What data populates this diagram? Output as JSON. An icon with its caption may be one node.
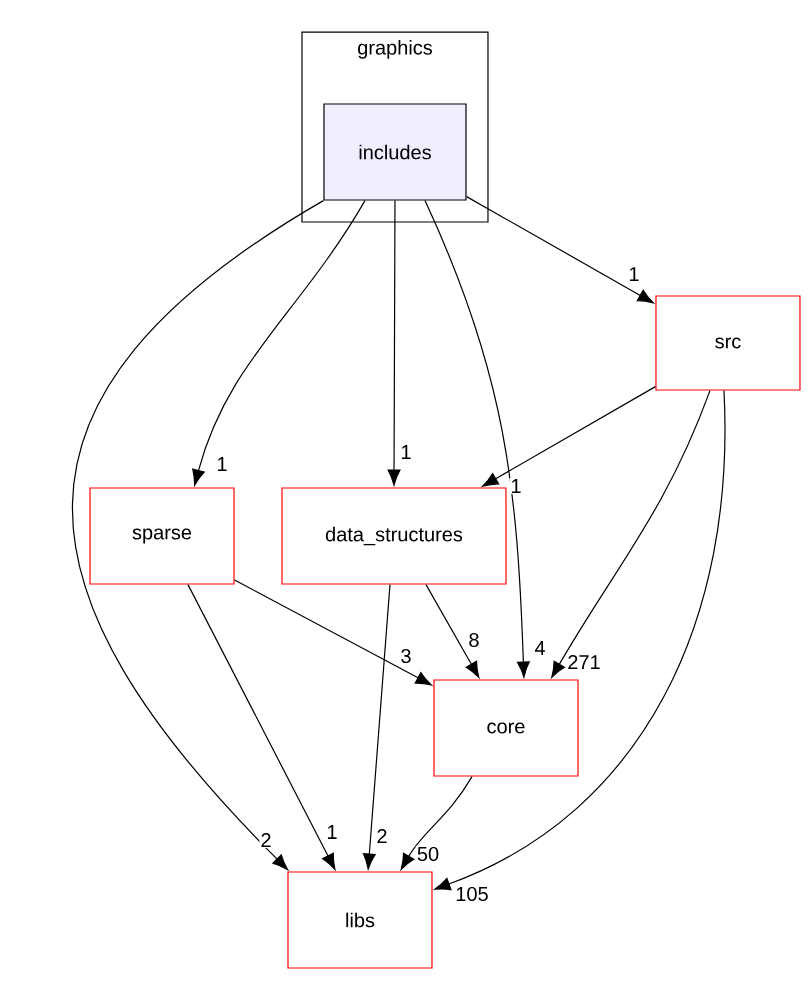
{
  "diagram": {
    "nodes": [
      {
        "text": [
          "graphics"
        ]
      },
      {
        "text": [
          "includes"
        ],
        "in": 0
      },
      {
        "text": [
          "src"
        ]
      },
      {
        "text": [
          "sparse"
        ]
      },
      {
        "text": [
          "data_structures"
        ]
      },
      {
        "text": [
          "core"
        ]
      },
      {
        "text": [
          "libs"
        ]
      }
    ],
    "edges": [
      {
        "from": 1,
        "to": 2,
        "arrow": "to",
        "label": "1"
      },
      {
        "from": 1,
        "to": 3,
        "arrow": "to",
        "label": "1"
      },
      {
        "from": 1,
        "to": 4,
        "arrow": "to",
        "label": "1"
      },
      {
        "from": 1,
        "to": 5,
        "arrow": "to",
        "label": "4"
      },
      {
        "from": 1,
        "to": 6,
        "arrow": "to",
        "label": "2"
      },
      {
        "from": 2,
        "to": 4,
        "arrow": "to",
        "label": "1"
      },
      {
        "from": 2,
        "to": 5,
        "arrow": "to",
        "label": "271"
      },
      {
        "from": 2,
        "to": 6,
        "arrow": "to",
        "label": "105"
      },
      {
        "from": 3,
        "to": 5,
        "arrow": "to",
        "label": "3"
      },
      {
        "from": 3,
        "to": 6,
        "arrow": "to",
        "label": "1"
      },
      {
        "from": 4,
        "to": 5,
        "arrow": "to",
        "label": "8"
      },
      {
        "from": 4,
        "to": 6,
        "arrow": "to",
        "label": "2"
      },
      {
        "from": 5,
        "to": 6,
        "arrow": "to",
        "label": "50"
      }
    ]
  }
}
